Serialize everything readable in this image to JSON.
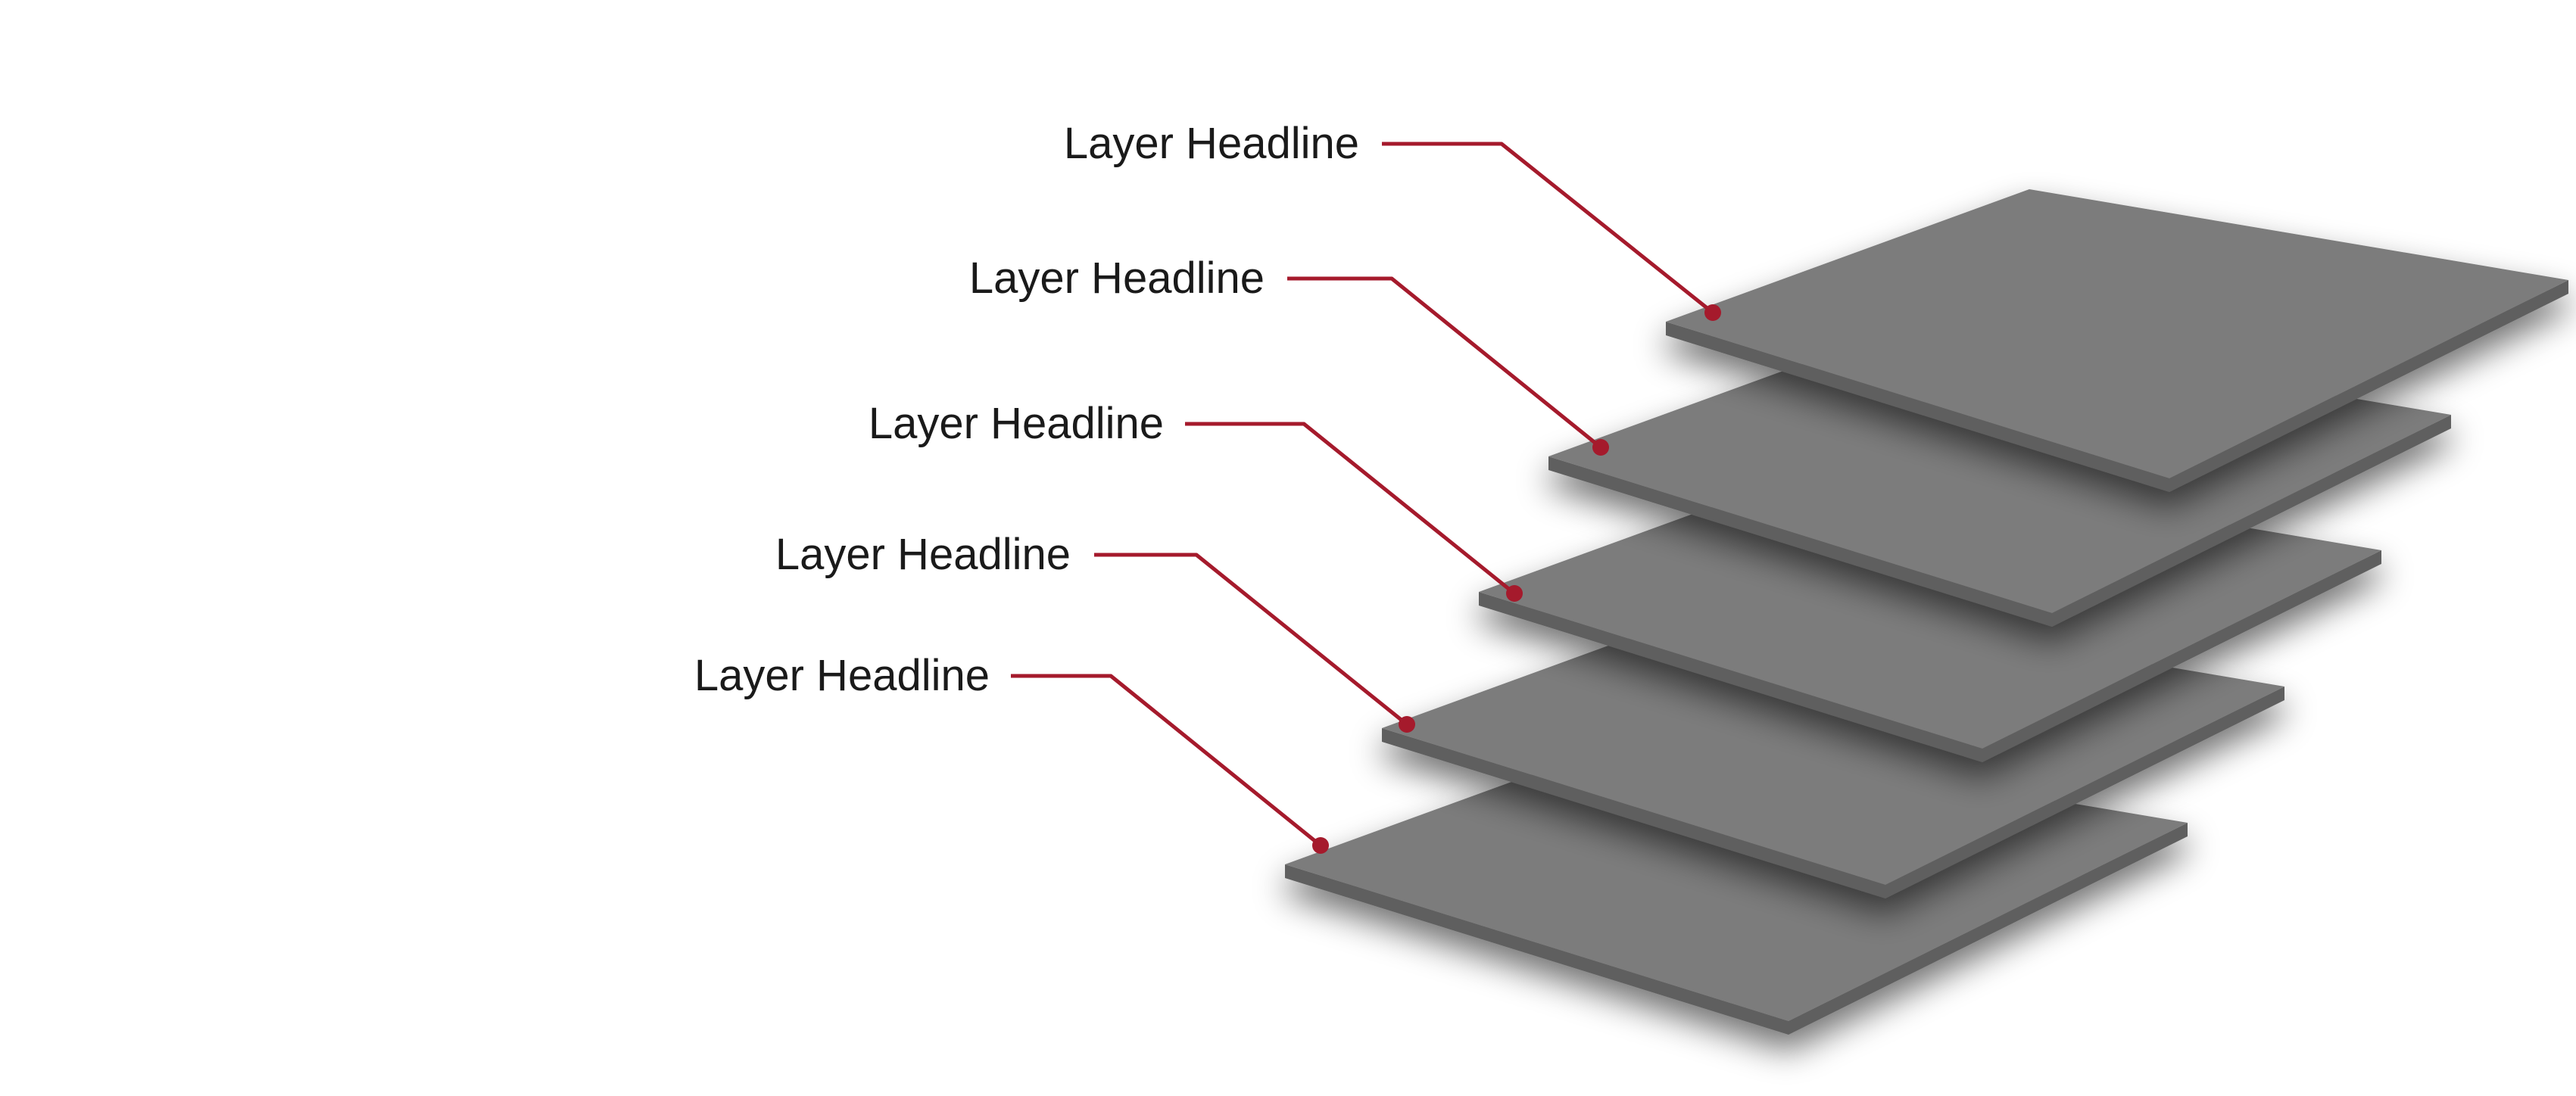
{
  "diagram": {
    "colors": {
      "layer_fill": "#7b7b7b",
      "layer_edge": "#5e5e5e",
      "leader_line": "#a51a2c",
      "label_text": "#1a1a1a",
      "background": "#ffffff"
    },
    "layers": [
      {
        "label": "Layer Headline"
      },
      {
        "label": "Layer Headline"
      },
      {
        "label": "Layer Headline"
      },
      {
        "label": "Layer Headline"
      },
      {
        "label": "Layer Headline"
      }
    ]
  }
}
